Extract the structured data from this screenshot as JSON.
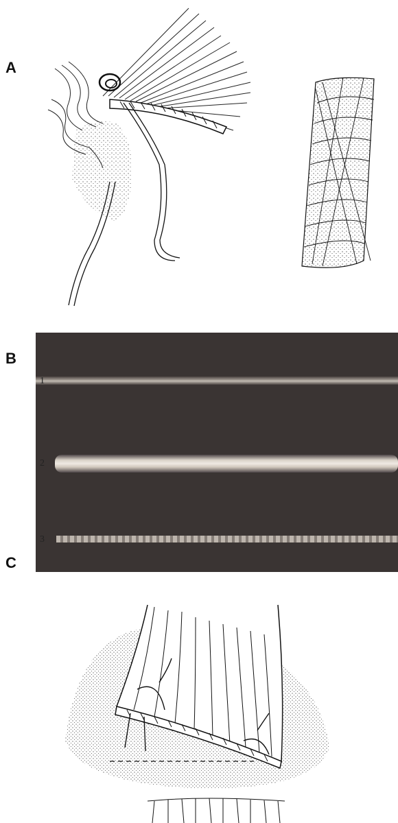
{
  "panels": {
    "a": {
      "label": "A"
    },
    "b": {
      "label": "B",
      "rows": [
        "1",
        "2",
        "3"
      ]
    },
    "c": {
      "label": "C"
    }
  },
  "colors": {
    "ink": "#1a1a1a",
    "photo_bg": "#3a3433",
    "fiber": "#d9d2c8"
  }
}
